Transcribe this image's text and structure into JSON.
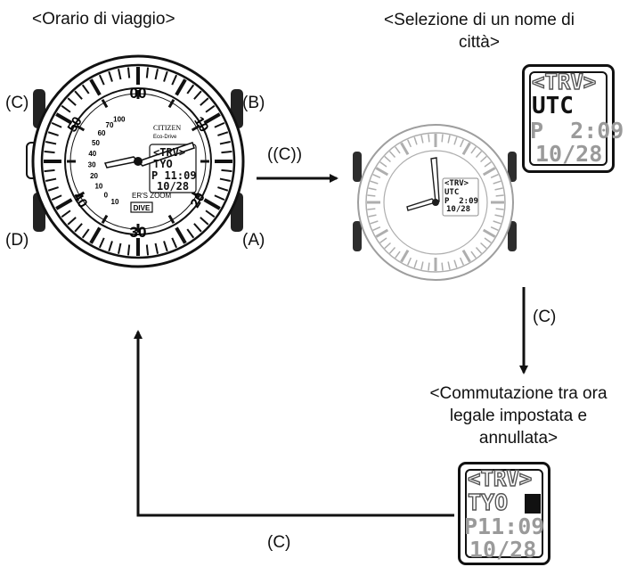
{
  "titles": {
    "travel_time": "<Orario di viaggio>",
    "city_select_line1": "<Selezione di un nome di",
    "city_select_line2": "città>",
    "dst_line1": "<Commutazione tra ora",
    "dst_line2": "legale impostata e",
    "dst_line3": "annullata>"
  },
  "buttons": {
    "c": "(C)",
    "b": "(B)",
    "d": "(D)",
    "a": "(A)"
  },
  "arrows": {
    "to_city": "((C))",
    "down": "(C)",
    "bottom": "(C)"
  },
  "watch_main": {
    "brand": "CITIZEN",
    "model": "Eco-Drive",
    "dial_text": "ER'S ZOOM",
    "dive": "DIVE",
    "bezel": [
      "00",
      "10",
      "20",
      "30",
      "40",
      "50"
    ],
    "scale": [
      "10",
      "0",
      "10",
      "20",
      "30",
      "40",
      "50",
      "60",
      "70",
      "100"
    ],
    "lcd": [
      "<TRV>",
      "TYO",
      "P 11:09",
      "10/28"
    ]
  },
  "watch_small": {
    "lcd": [
      "<TRV>",
      "UTC",
      "P  2:09",
      "10/28"
    ]
  },
  "lcd_city": [
    "<TRV>",
    "UTC",
    "P  2:09",
    "10/28"
  ],
  "lcd_dst": [
    "<TRV>",
    "TYO",
    "P11:09",
    "10/28"
  ]
}
